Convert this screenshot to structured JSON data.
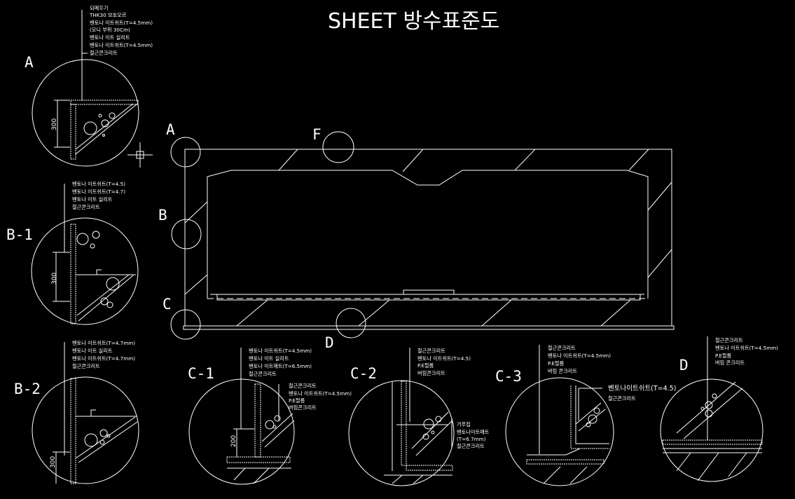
{
  "title": "SHEET 방수표준도",
  "plan": {
    "markers": {
      "a": "A",
      "b": "B",
      "c": "C",
      "d": "D",
      "f": "F"
    }
  },
  "details": {
    "A": {
      "label": "A",
      "dim": "300",
      "notes": [
        "되메우기",
        "THK30 보호모르",
        "벤토나 이트쉬트(T=4.5mm)",
        "(모니 부위 30Cm)",
        "벤토나 이트 실리트",
        "벤토나 이트쉬트(T=4.5mm)",
        "철근콘크리트"
      ]
    },
    "B1": {
      "label": "B-1",
      "dim": "300",
      "notes": [
        "벤토나 이트쉬트(T=4.5)",
        "벤토나 이트쉬트(T=4.7)",
        "벤토나 이트 실리트",
        "철근콘크리트"
      ]
    },
    "B2": {
      "label": "B-2",
      "dim": "300",
      "notes": [
        "벤토나 이트쉬트(T=4.7mm)",
        "벤토나 이트 실리트",
        "벤토나 이트쉬트(T=4.7mm)",
        "철근콘크리트"
      ]
    },
    "C1": {
      "label": "C-1",
      "dim": "200",
      "notes": [
        "벤토나 이트쉬트(T=4.5mm)",
        "벤토나 이트 실리트",
        "벤토나 이트매트(T=6.5mm)",
        "철근콘크리트"
      ],
      "notes2": [
        "철근콘크리트",
        "벤토나 이트쉬트(T=4.5mm)",
        "P.E필름",
        "버림콘크리트"
      ]
    },
    "C2": {
      "label": "C-2",
      "notes": [
        "철근콘크리트",
        "벤토나 이트쉬트(T=4.5)",
        "P.E필름",
        "버림콘크리트"
      ],
      "notes2": [
        "거푸집",
        "벤토나이트매트",
        "(T=6.7mm)",
        "철근콘크리트"
      ]
    },
    "C3": {
      "label": "C-3",
      "notes": [
        "철근콘크리트",
        "벤토나 이트쉬트(T=4.5mm)",
        "P.E필름",
        "버림 콘크리트"
      ],
      "notes2": [
        "벤토나이트쉬트(T=4.5)",
        "철근콘크리트"
      ]
    },
    "D": {
      "label": "D",
      "notes": [
        "철근콘크리트",
        "벤토나 이트쉬트(T=4.5mm)",
        "P.E필름",
        "버림 콘크리트"
      ]
    }
  }
}
